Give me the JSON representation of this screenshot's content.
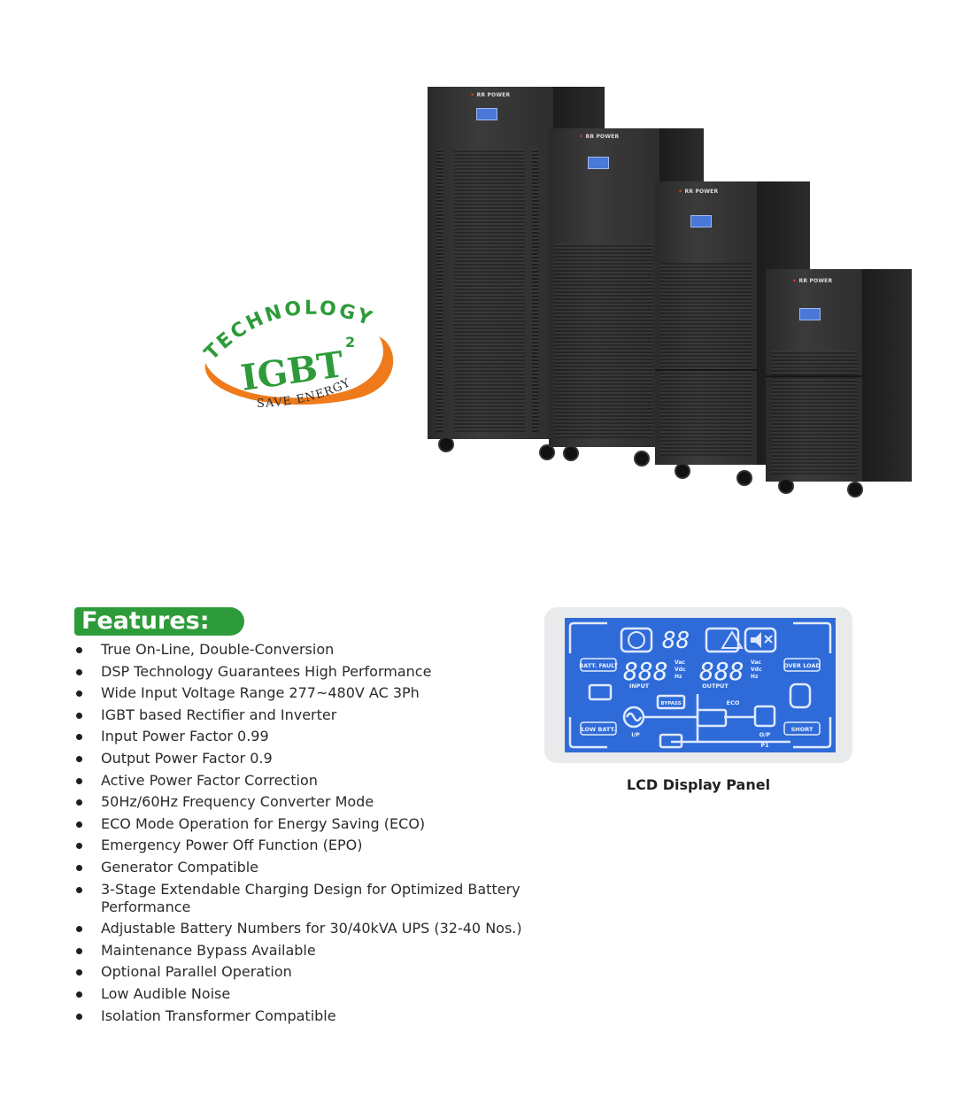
{
  "products": {
    "brand": "RR POWER",
    "badge": {
      "arc_text": "TECHNOLOGY",
      "main_text": "IGBT",
      "superscript": "2",
      "sub_text": "SAVE ENERGY"
    }
  },
  "features": {
    "title": "Features:",
    "items": [
      "True On-Line, Double-Conversion",
      "DSP Technology Guarantees High Performance",
      "Wide Input Voltage Range 277~480V AC 3Ph",
      "IGBT based Rectifier and Inverter",
      "Input Power Factor 0.99",
      "Output Power Factor 0.9",
      "Active Power Factor Correction",
      "50Hz/60Hz Frequency Converter Mode",
      "ECO Mode Operation for Energy Saving (ECO)",
      "Emergency Power Off Function (EPO)",
      "Generator Compatible",
      "3-Stage Extendable Charging Design for Optimized Battery Performance",
      "Adjustable Battery Numbers for 30/40kVA UPS (32-40 Nos.)",
      "Maintenance Bypass Available",
      "Optional Parallel Operation",
      "Low Audible Noise",
      "Isolation Transformer Compatible"
    ]
  },
  "lcd_panel": {
    "caption": "LCD Display Panel",
    "labels": {
      "batt_fault": "BATT. FAULT",
      "over_load": "OVER LOAD",
      "low_batt": "LOW BATT.",
      "short": "SHORT",
      "input": "INPUT",
      "output": "OUTPUT",
      "bypass": "BYPASS",
      "eco": "ECO",
      "ip": "I/P",
      "op": "O/P",
      "p1": "P1",
      "digits_top": "88",
      "digits_input": "888",
      "digits_output": "888",
      "vac": "Vac",
      "vdc": "Vdc",
      "hz": "Hz"
    },
    "colors": {
      "screen": "#2f6bd8",
      "segment": "#eaf2ff"
    }
  },
  "colors": {
    "accent_green": "#2e9b3a",
    "badge_orange": "#ee7a1b"
  }
}
